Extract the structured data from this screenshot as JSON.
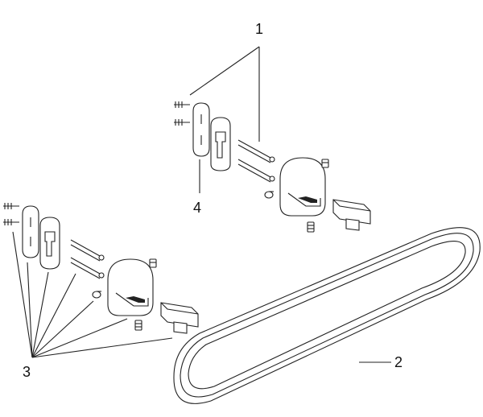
{
  "diagram": {
    "callouts": {
      "c1": "1",
      "c2": "2",
      "c3": "3",
      "c4": "4"
    },
    "parts": {
      "screws_upper": "screw-icon",
      "wall_plate": "mounting-plate-icon",
      "clip": "clip-icon",
      "bracket": "bracket-icon",
      "set_screw": "set-screw-icon",
      "connector": "connector-icon",
      "towel_ring": "oval-ring-icon"
    },
    "line_color": "#222222",
    "background": "#ffffff"
  }
}
